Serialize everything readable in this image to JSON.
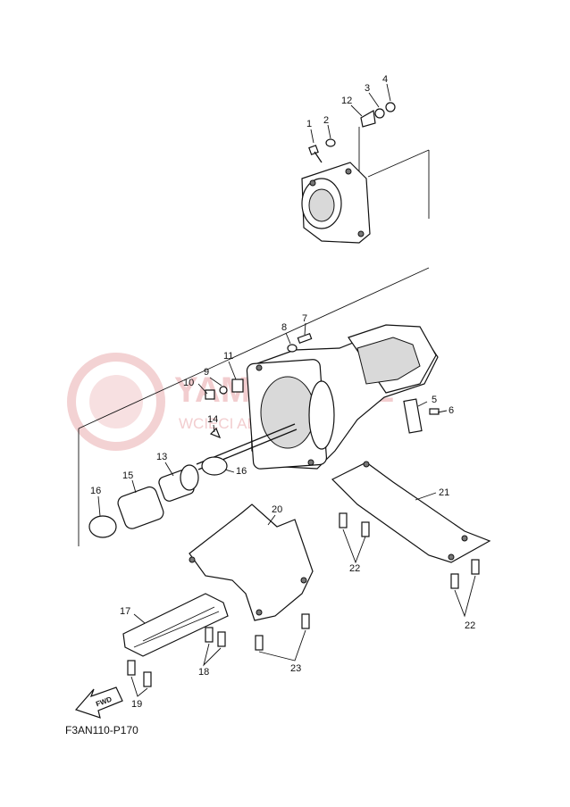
{
  "diagram_code": "F3AN110-P170",
  "fwd_label": "FWD",
  "watermark": {
    "title": "YAMA      RO.PL",
    "subtitle": "WCIECI              ALER YAMAHA",
    "color": "#e8a5a8"
  },
  "callouts": [
    "1",
    "2",
    "3",
    "4",
    "12",
    "7",
    "8",
    "9",
    "10",
    "11",
    "14",
    "5",
    "6",
    "13",
    "15",
    "16",
    "16",
    "20",
    "21",
    "17",
    "22",
    "22",
    "18",
    "23",
    "19"
  ]
}
